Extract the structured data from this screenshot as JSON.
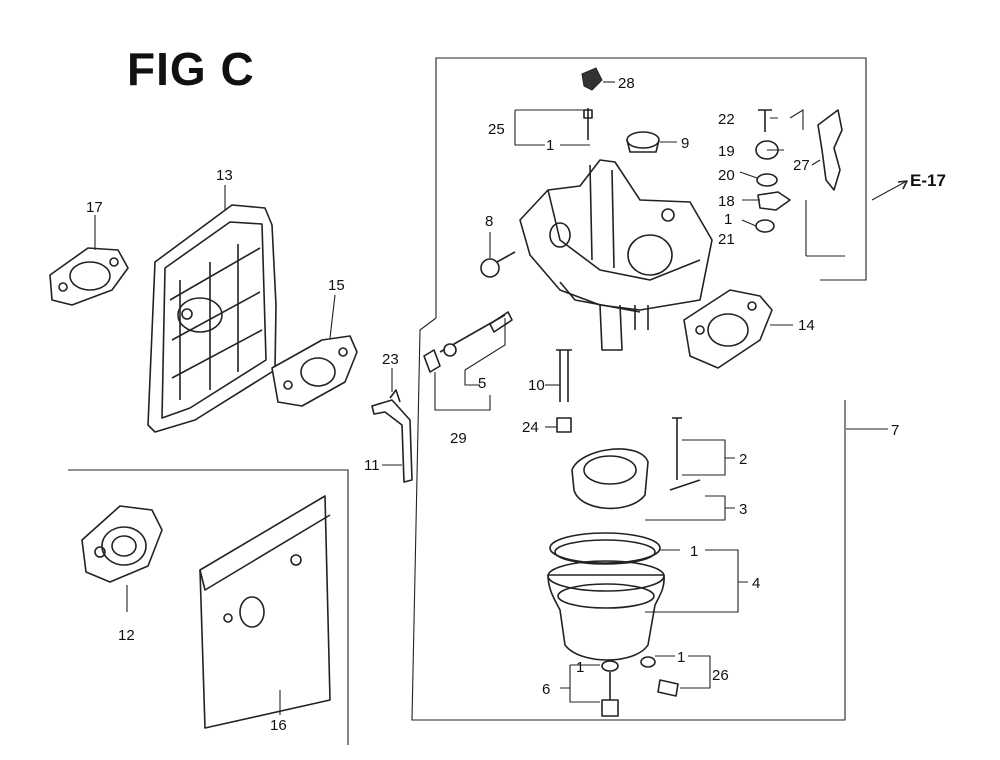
{
  "figure": {
    "title": "FIG C",
    "reference": "E-17"
  },
  "part_labels": [
    "28",
    "25",
    "1",
    "9",
    "22",
    "19",
    "20",
    "18",
    "1",
    "21",
    "27",
    "8",
    "17",
    "13",
    "15",
    "14",
    "23",
    "5",
    "29",
    "10",
    "24",
    "7",
    "2",
    "11",
    "3",
    "1",
    "4",
    "12",
    "16",
    "1",
    "6",
    "1",
    "26"
  ]
}
